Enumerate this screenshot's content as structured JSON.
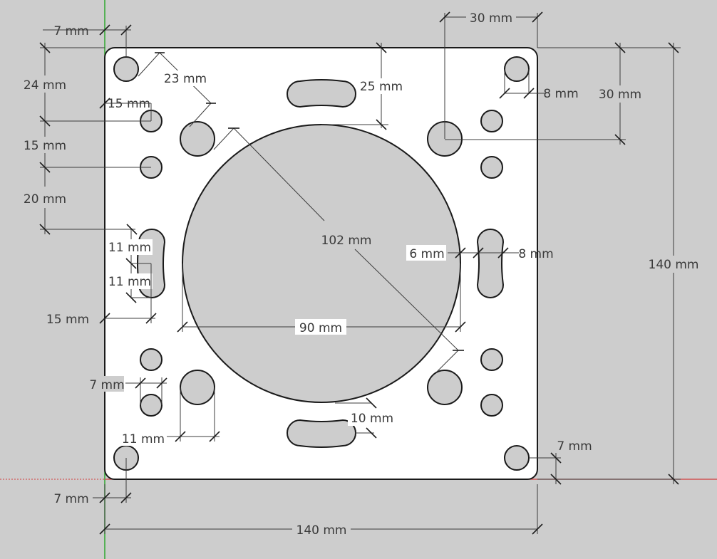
{
  "colors": {
    "background": "#cdcdcd",
    "plate": "#ffffff",
    "outline": "#1a1a1a",
    "dimension": "#3c3c3c",
    "axis_green": "#2fa82f",
    "axis_red": "#d23c3c"
  },
  "dimensions": {
    "d_7_top": "7 mm",
    "d_24": "24 mm",
    "d_23": "23 mm",
    "d_15_hole": "15 mm",
    "d_15_left": "15 mm",
    "d_20": "20 mm",
    "d_11_a": "11 mm",
    "d_11_b": "11 mm",
    "d_15_bottom_left": "15 mm",
    "d_7_left": "7 mm",
    "d_11_bottom": "11 mm",
    "d_7_bottom": "7 mm",
    "d_140_bottom": "140 mm",
    "d_90": "90 mm",
    "d_102": "102 mm",
    "d_25": "25 mm",
    "d_30_top": "30 mm",
    "d_8_top": "8 mm",
    "d_30_right": "30 mm",
    "d_6": "6 mm",
    "d_8_right": "8 mm",
    "d_140_right": "140 mm",
    "d_10": "10 mm",
    "d_7_bottom_right": "7 mm"
  }
}
